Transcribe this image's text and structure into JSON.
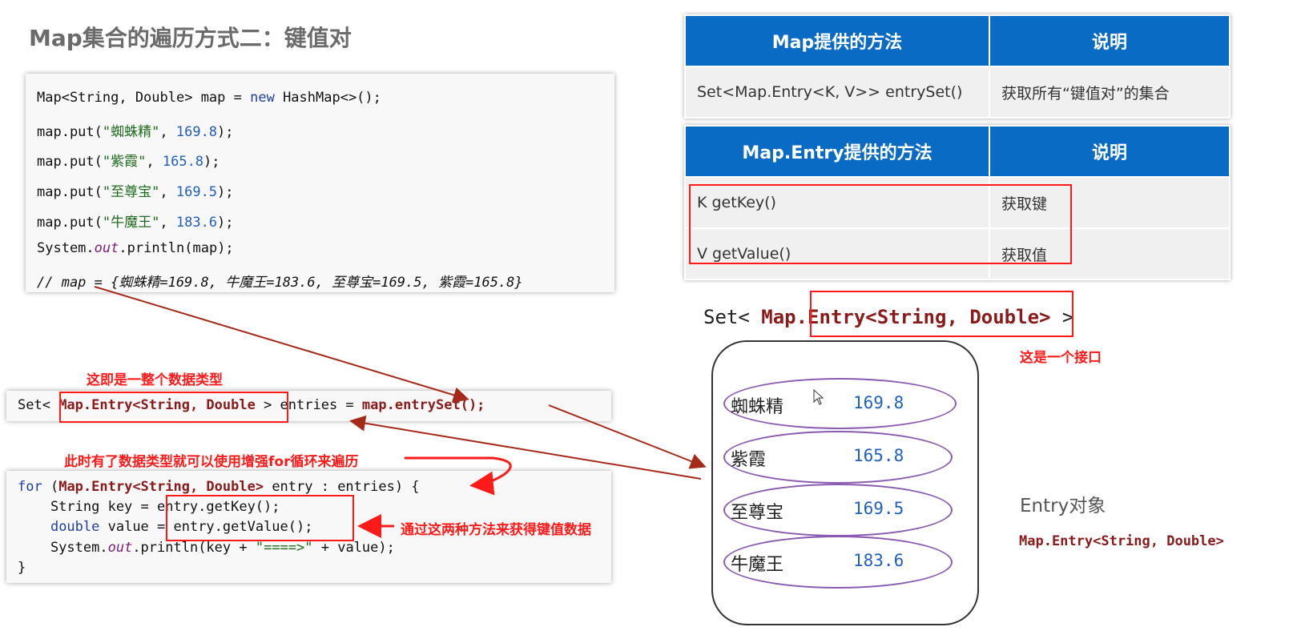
{
  "page": {
    "title": "Map集合的遍历方式二：键值对"
  },
  "code1": {
    "l1_a": "Map<String, Double> map = ",
    "l1_new": "new",
    "l1_b": " HashMap<>();",
    "l2_a": "map.put(",
    "l2_s": "\"蜘蛛精\"",
    "l2_b": ", ",
    "l2_n": "169.8",
    "l2_c": ");",
    "l3_a": "map.put(",
    "l3_s": "\"紫霞\"",
    "l3_b": ", ",
    "l3_n": "165.8",
    "l3_c": ");",
    "l4_a": "map.put(",
    "l4_s": "\"至尊宝\"",
    "l4_b": ", ",
    "l4_n": "169.5",
    "l4_c": ");",
    "l5_a": "map.put(",
    "l5_s": "\"牛魔王\"",
    "l5_b": ", ",
    "l5_n": "183.6",
    "l5_c": ");",
    "l6_a": "System.",
    "l6_out": "out",
    "l6_b": ".println(map);",
    "l7": "// map = {蜘蛛精=169.8, 牛魔王=183.6, 至尊宝=169.5, 紫霞=165.8}"
  },
  "note1": "这即是一整个数据类型",
  "code2": {
    "a": "Set< ",
    "type": "Map.Entry<String, Double",
    "b": " > entries = ",
    "call": "map.entrySet();"
  },
  "note2": "此时有了数据类型就可以使用增强for循环来遍历",
  "code3": {
    "l1_for": "for",
    "l1_a": " (",
    "l1_type": "Map.Entry<String, Double>",
    "l1_b": " entry : entries) {",
    "l2": "    String key = entry.getKey();",
    "l3_kw": "double",
    "l3_a": " value = entry.getValue();",
    "l4_a": "    System.",
    "l4_out": "out",
    "l4_b": ".println(key + ",
    "l4_s": "\"====>\"",
    "l4_c": " + value);",
    "l5": "}"
  },
  "note3": "通过这两种方法来获得键值数据",
  "table1": {
    "headers": [
      "Map提供的方法",
      "说明"
    ],
    "rows": [
      [
        "Set<Map.Entry<K, V>> entrySet()",
        "获取所有“键值对”的集合"
      ]
    ]
  },
  "table2": {
    "headers": [
      "Map.Entry提供的方法",
      "说明"
    ],
    "rows": [
      [
        "K  getKey()",
        "获取键"
      ],
      [
        "V  getValue()",
        "获取值"
      ]
    ]
  },
  "set_label": {
    "a": "Set< ",
    "b": "Map.",
    "c": "Entry<String, Double>",
    "d": " >"
  },
  "note4": "这是一个接口",
  "entries": [
    {
      "key": "蜘蛛精",
      "value": "169.8"
    },
    {
      "key": "紫霞",
      "value": "165.8"
    },
    {
      "key": "至尊宝",
      "value": "169.5"
    },
    {
      "key": "牛魔王",
      "value": "183.6"
    }
  ],
  "entry_title": "Entry对象",
  "entry_type": "Map.Entry<String, Double>",
  "colors": {
    "header_blue": "#0a6bc4",
    "annotation_red": "#ff1a1a",
    "type_darkred": "#8b1a1a",
    "entry_ellipse": "#8a5bb0"
  }
}
